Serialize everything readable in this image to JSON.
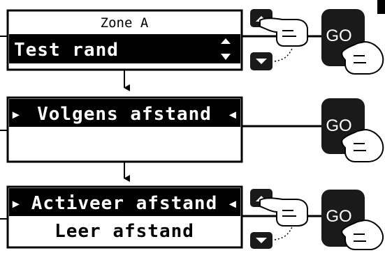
{
  "screens": [
    {
      "title": "Zone A",
      "line1": "Test rand",
      "line1_selected": true,
      "line2": "",
      "indicator": "up-down-arrows"
    },
    {
      "title": "",
      "line1": "Volgens afstand",
      "line1_selected": true,
      "line1_markers": [
        "▸",
        "◂"
      ],
      "line2": ""
    },
    {
      "title": "",
      "line1": "Activeer afstand",
      "line1_selected": true,
      "line1_markers": [
        "▸",
        "◂"
      ],
      "line2": "Leer afstand"
    }
  ],
  "buttons": {
    "go_label": "GO",
    "up_icon": "up-triangle-icon",
    "down_icon": "down-triangle-icon",
    "hand_icon": "pointing-hand-icon"
  },
  "colors": {
    "lcd_border": "#000000",
    "selection_bg": "#000000",
    "selection_text": "#ffffff",
    "button_bg": "#1a1a1a"
  }
}
